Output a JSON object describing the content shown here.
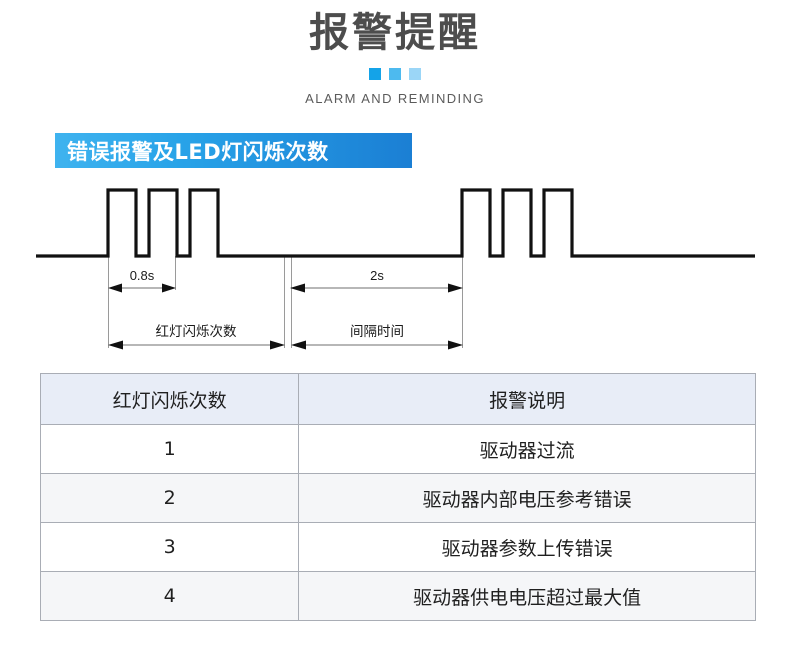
{
  "header": {
    "title": "报警提醒",
    "subtitle_en": "ALARM AND REMINDING",
    "divider_squares": [
      "#14a3e8",
      "#4dbaef",
      "#9bd6f7"
    ]
  },
  "section": {
    "bar_label": "错误报警及LED灯闪烁次数",
    "bar_gradient_from": "#3fb3ef",
    "bar_gradient_to": "#1b7fd4"
  },
  "waveform": {
    "pulse_duration_label": "0.8s",
    "interval_label": "2s",
    "span_blink_label": "红灯闪烁次数",
    "span_interval_label": "间隔时间",
    "line_color": "#111111",
    "guide_color": "#9a9a9a"
  },
  "table": {
    "headers": [
      "红灯闪烁次数",
      "报警说明"
    ],
    "rows": [
      {
        "count": "1",
        "description": "驱动器过流"
      },
      {
        "count": "2",
        "description": "驱动器内部电压参考错误"
      },
      {
        "count": "3",
        "description": "驱动器参数上传错误"
      },
      {
        "count": "4",
        "description": "驱动器供电电压超过最大值"
      }
    ],
    "header_bg": "#e8edf7",
    "alt_row_bg": "#f5f6f8",
    "border_color": "#a9adb5"
  },
  "chart_data": {
    "type": "line",
    "title": "错误报警及LED灯闪烁次数",
    "xlabel": "",
    "ylabel": "",
    "description": "Square-wave timing diagram of red LED blink pattern",
    "annotations": [
      "0.8s",
      "2s",
      "红灯闪烁次数",
      "间隔时间"
    ],
    "series": [
      {
        "name": "LED signal",
        "pulse_width_s": 0.8,
        "gap_between_pulses_s": 0.4,
        "pulses_per_group": 3,
        "group_interval_s": 2,
        "levels": [
          0,
          1,
          0,
          1,
          0,
          1,
          0,
          1,
          0,
          1,
          0,
          1,
          0
        ]
      }
    ]
  }
}
